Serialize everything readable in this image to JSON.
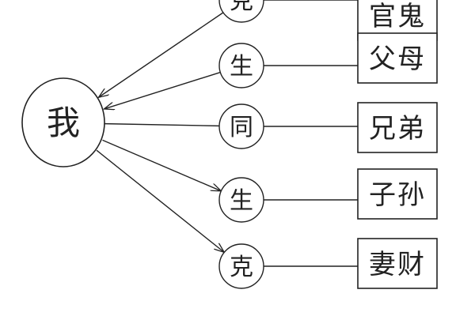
{
  "center": {
    "label": "我"
  },
  "relations": [
    {
      "relation": "克",
      "target": "官鬼",
      "direction": "inward"
    },
    {
      "relation": "生",
      "target": "父母",
      "direction": "inward"
    },
    {
      "relation": "同",
      "target": "兄弟",
      "direction": "none"
    },
    {
      "relation": "生",
      "target": "子孙",
      "direction": "outward"
    },
    {
      "relation": "克",
      "target": "妻财",
      "direction": "outward"
    }
  ],
  "colors": {
    "stroke": "#222222",
    "background": "#ffffff"
  }
}
